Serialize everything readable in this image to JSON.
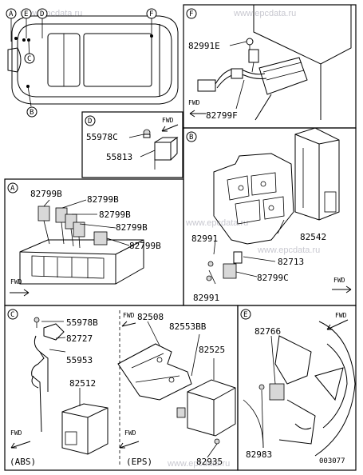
{
  "watermark": "www.epcdata.ru",
  "diagram_id": "003077",
  "fwd": "FWD",
  "overview": {
    "callouts": [
      "F",
      "E",
      "D",
      "C",
      "B"
    ]
  },
  "panel_F": {
    "letter": "F",
    "parts": [
      "82991E",
      "82799F"
    ]
  },
  "panel_D": {
    "letter": "D",
    "parts": [
      "55978C",
      "55813"
    ]
  },
  "panel_B": {
    "letter": "B",
    "parts": [
      "82542",
      "82991",
      "82713",
      "82799C",
      "82991"
    ]
  },
  "panel_A": {
    "letter": "A",
    "parts": [
      "82799B",
      "82799B",
      "82799B",
      "82799B",
      "82799B"
    ]
  },
  "panel_C": {
    "letter": "C",
    "parts_abs": [
      "55978B",
      "82727",
      "55953",
      "82512"
    ],
    "parts_eps": [
      "82508",
      "82553BB",
      "82525",
      "82935"
    ],
    "label_abs": "(ABS)",
    "label_eps": "(EPS)"
  },
  "panel_E": {
    "letter": "E",
    "parts": [
      "82766",
      "82983"
    ]
  }
}
